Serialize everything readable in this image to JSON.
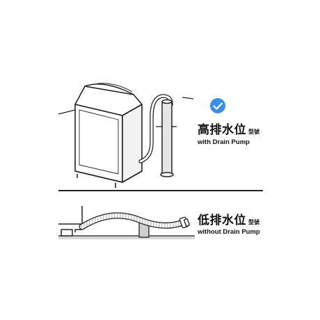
{
  "sections": {
    "high_drain": {
      "title": "高排水位",
      "title_suffix": "型號",
      "subtitle": "with Drain Pump",
      "check_icon": "check-circle-icon",
      "check_color": "#3a8ee6"
    },
    "low_drain": {
      "title": "低排水位",
      "title_suffix": "型號",
      "subtitle": "without Drain Pump"
    }
  },
  "colors": {
    "line": "#222222",
    "machine_side": "#f2f2f2",
    "floor": "#d8d8d8",
    "hose_stripe": "#c8c8c8",
    "pipe_fill": "#e6e6e6"
  }
}
